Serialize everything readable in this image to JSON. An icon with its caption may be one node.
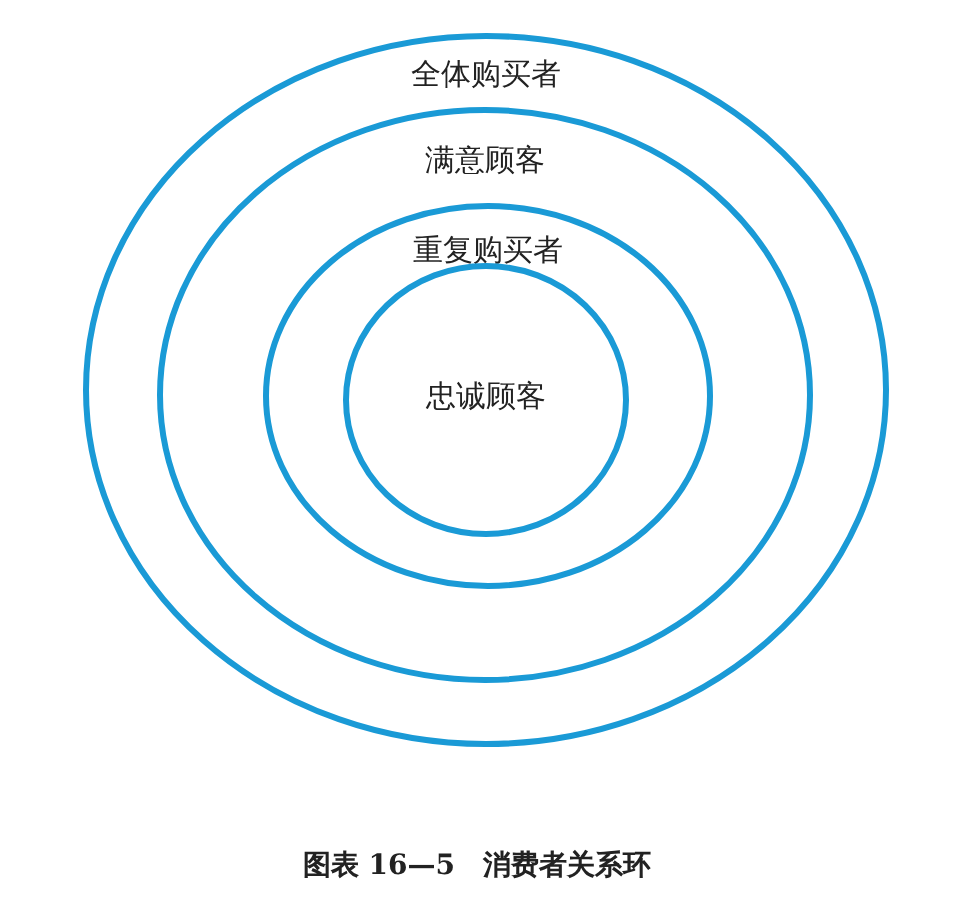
{
  "diagram": {
    "caption": "图表 16—5　消费者关系环",
    "nodes": [
      {
        "text": [
          "全体购买者"
        ]
      },
      {
        "text": [
          "满意顾客"
        ],
        "in": 0
      },
      {
        "text": [
          "重复购买者"
        ],
        "in": 1
      },
      {
        "text": [
          "忠诚顾客"
        ],
        "in": 2
      }
    ]
  }
}
